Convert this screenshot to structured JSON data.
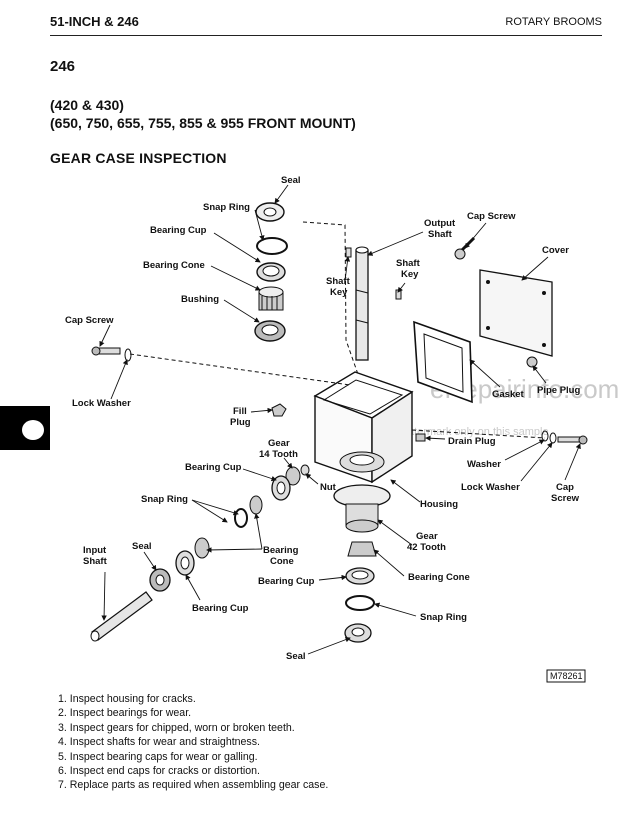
{
  "header": {
    "left": "51-INCH & 246",
    "right": "ROTARY BROOMS"
  },
  "model": "246",
  "applies_line1": "(420 & 430)",
  "applies_line2": "(650, 750, 655, 755, 855 & 955 FRONT MOUNT)",
  "section_title": "GEAR CASE INSPECTION",
  "figure": {
    "id": "M78261",
    "watermark_main": "eRepairinfo.com",
    "watermark_sub": "Watermark only on this sample",
    "labels": {
      "seal_top": "Seal",
      "snap_ring_top": "Snap Ring",
      "bearing_cup_top": "Bearing Cup",
      "bearing_cone_top": "Bearing Cone",
      "bushing": "Bushing",
      "cap_screw_left": "Cap Screw",
      "lock_washer_left": "Lock Washer",
      "output_shaft_1": "Output",
      "output_shaft_2": "Shaft",
      "shaft_key_l1": "Shaft",
      "shaft_key_l2": "Key",
      "shaft_key_r1": "Shaft",
      "shaft_key_r2": "Key",
      "cap_screw_top": "Cap Screw",
      "cover": "Cover",
      "gasket": "Gasket",
      "pipe_plug": "Pipe Plug",
      "fill_plug_1": "Fill",
      "fill_plug_2": "Plug",
      "drain_plug": "Drain Plug",
      "washer": "Washer",
      "lock_washer_right": "Lock Washer",
      "cap_screw_r1": "Cap",
      "cap_screw_r2": "Screw",
      "gear14_1": "Gear",
      "gear14_2": "14 Tooth",
      "bearing_cup_mid": "Bearing Cup",
      "nut": "Nut",
      "housing": "Housing",
      "snap_ring_mid": "Snap Ring",
      "bearing_cone_mid1": "Bearing",
      "bearing_cone_mid2": "Cone",
      "input_shaft_1": "Input",
      "input_shaft_2": "Shaft",
      "seal_mid": "Seal",
      "bearing_cup_low": "Bearing Cup",
      "gear42_1": "Gear",
      "gear42_2": "42 Tooth",
      "bearing_cone_low": "Bearing Cone",
      "bearing_cup_low2": "Bearing Cup",
      "snap_ring_low": "Snap Ring",
      "seal_low": "Seal"
    }
  },
  "steps": [
    "1. Inspect housing for cracks.",
    "2. Inspect bearings for wear.",
    "3. Inspect gears for chipped, worn or broken teeth.",
    "4. Inspect shafts for wear and straightness.",
    "5. Inspect bearing caps for wear or galling.",
    "6. Inspect end caps for cracks or distortion.",
    "7. Replace parts as required when assembling gear case."
  ]
}
